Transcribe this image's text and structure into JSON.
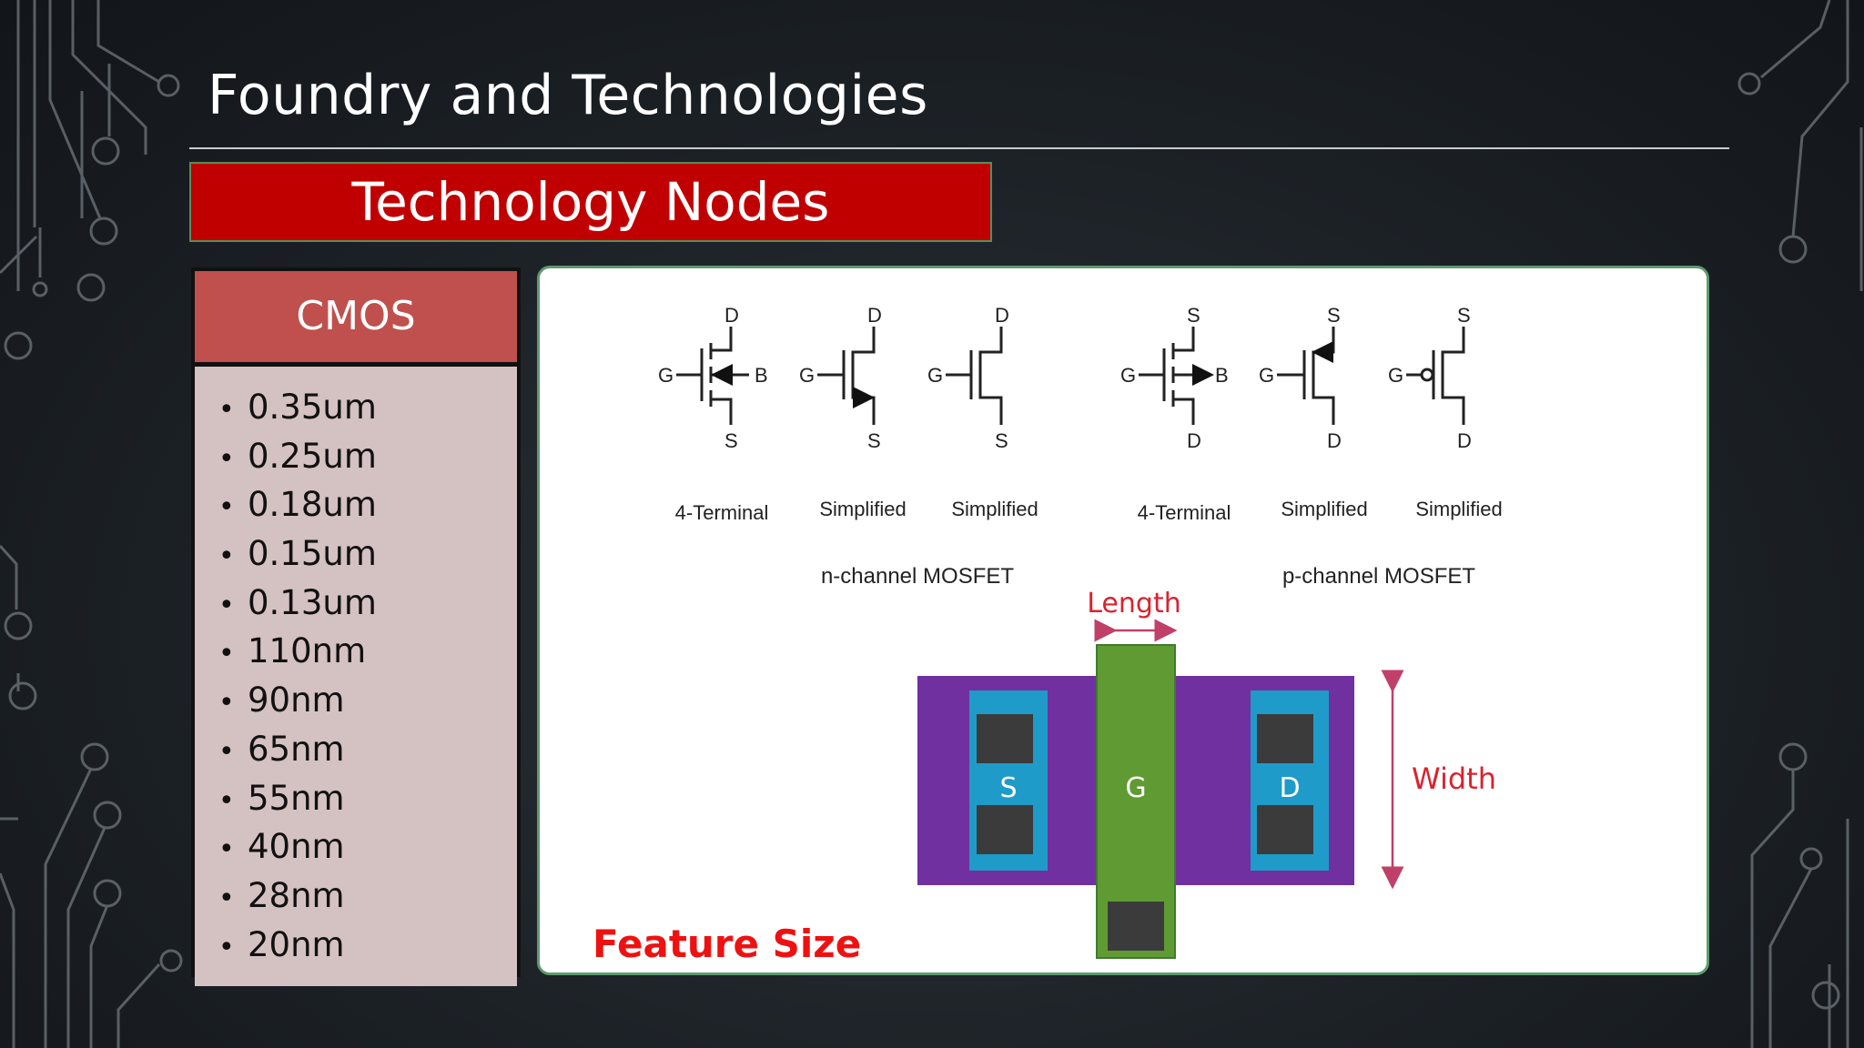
{
  "slide": {
    "title": "Foundry and Technologies",
    "banner": "Technology Nodes"
  },
  "cmos": {
    "header": "CMOS",
    "nodes": [
      "0.35um",
      "0.25um",
      "0.18um",
      "0.15um",
      "0.13um",
      "110nm",
      "90nm",
      "65nm",
      "55nm",
      "40nm",
      "28nm",
      "20nm"
    ]
  },
  "mosfet": {
    "nchannel_caption": "n-channel MOSFET",
    "pchannel_caption": "p-channel MOSFET",
    "symbols": [
      {
        "top": "D",
        "bottom": "S",
        "gate": "G",
        "body": "B",
        "caption": "4-Terminal"
      },
      {
        "top": "D",
        "bottom": "S",
        "gate": "G",
        "body": "",
        "caption": "Simplified"
      },
      {
        "top": "D",
        "bottom": "S",
        "gate": "G",
        "body": "",
        "caption": "Simplified"
      },
      {
        "top": "S",
        "bottom": "D",
        "gate": "G",
        "body": "B",
        "caption": "4-Terminal"
      },
      {
        "top": "S",
        "bottom": "D",
        "gate": "G",
        "body": "",
        "caption": "Simplified"
      },
      {
        "top": "S",
        "bottom": "D",
        "gate": "G",
        "body": "",
        "caption": "Simplified"
      }
    ]
  },
  "layout": {
    "length_label": "Length",
    "width_label": "Width",
    "source_label": "S",
    "gate_label": "G",
    "drain_label": "D",
    "feature_size": "Feature Size"
  },
  "colors": {
    "banner": "#c00000",
    "cmos_header": "#c0504d",
    "cmos_body": "#d4c1c1",
    "active_region": "#7030a0",
    "diffusion": "#1f9bc9",
    "gate_poly": "#5f9b32",
    "contact": "#3b3b3b",
    "annotation_red": "#d9232e"
  }
}
